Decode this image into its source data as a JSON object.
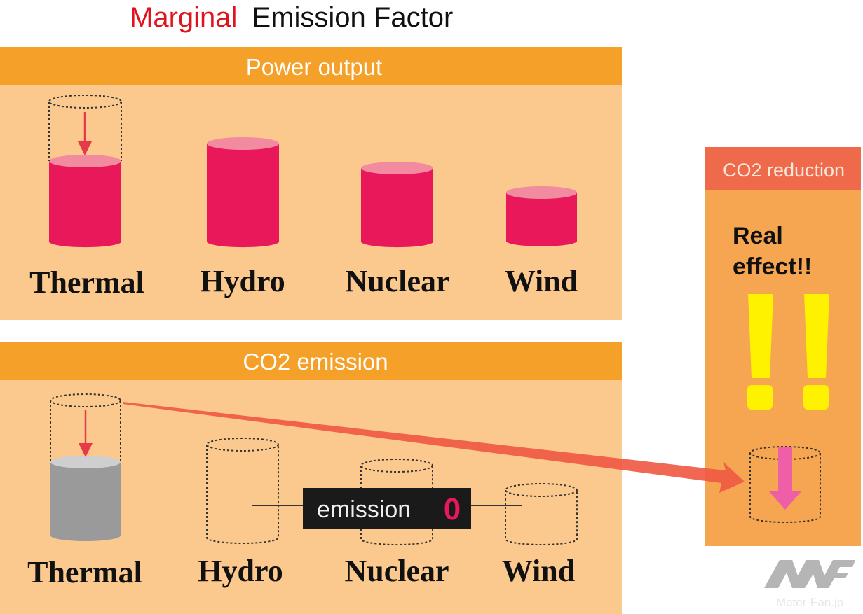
{
  "title": {
    "highlight": "Marginal",
    "rest": "Emission Factor"
  },
  "power_panel": {
    "header": "Power output",
    "sources": [
      "Thermal",
      "Hydro",
      "Nuclear",
      "Wind"
    ]
  },
  "emission_panel": {
    "header": "CO2 emission",
    "sources": [
      "Thermal",
      "Hydro",
      "Nuclear",
      "Wind"
    ],
    "badge_text": "emission",
    "badge_value": "0"
  },
  "reduction_panel": {
    "header": "CO2 reduction",
    "line1": "Real",
    "line2": "effect!!"
  },
  "watermark": "Motor-Fan.jp",
  "colors": {
    "title_highlight": "#e0141e",
    "panel_header": "#f5a029",
    "panel_body": "#fbc98d",
    "reduction_header": "#ef6a4a",
    "reduction_body": "#f6a650",
    "cylinder_pink": "#e8185a",
    "exclaim_yellow": "#fff200"
  }
}
